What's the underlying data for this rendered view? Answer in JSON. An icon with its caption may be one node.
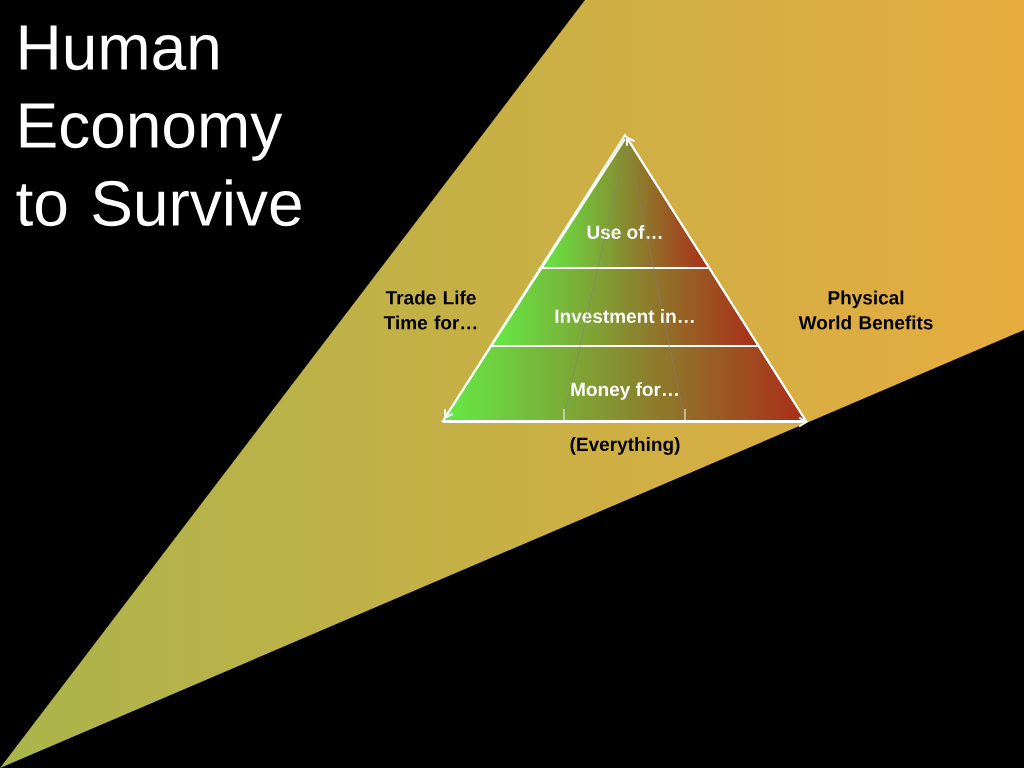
{
  "diagram": {
    "title": "Human Economy to Survive",
    "nodes": [
      {
        "text": [
          "Use of…"
        ]
      },
      {
        "text": [
          "Investment in…"
        ]
      },
      {
        "text": [
          "Money for…"
        ]
      }
    ],
    "labels": [
      "Trade Life Time for…",
      "Physical World Benefits",
      "(Everything)"
    ]
  }
}
